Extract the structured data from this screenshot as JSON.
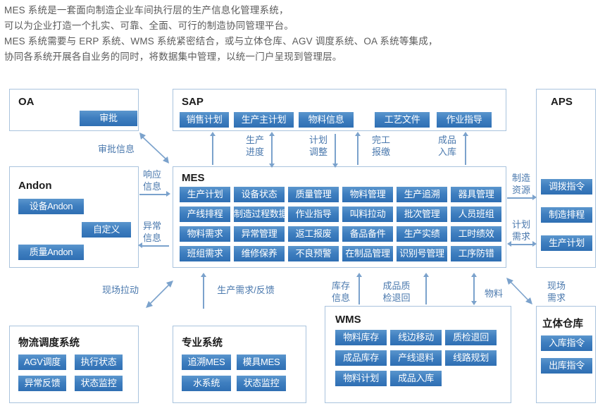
{
  "intro": {
    "lines": [
      "MES 系统是一套面向制造企业车间执行层的生产信息化管理系统，",
      "可以为企业打造一个扎实、可靠、全面、可行的制造协同管理平台。",
      "MES 系统需要与 ERP 系统、WMS 系统紧密结合，或与立体仓库、AGV 调度系统、OA 系统等集成，",
      "协同各系统开展各自业务的同时，将数据集中管理，以统一门户呈现到管理层。"
    ]
  },
  "colors": {
    "tag_blue": "#3f7fc0",
    "box_border": "#a9c3dd",
    "arrow_blue": "#7ba2cc",
    "label_blue": "#4a78ad",
    "intro_text": "#5b5b5b"
  },
  "boxes": {
    "oa": {
      "title": "OA",
      "tags": [
        "审批"
      ]
    },
    "sap": {
      "title": "SAP",
      "tags": [
        "销售计划",
        "生产主计划",
        "物料信息",
        "工艺文件",
        "作业指导"
      ]
    },
    "aps": {
      "title": "APS",
      "tags": [
        "调拨指令",
        "制造排程",
        "生产计划"
      ]
    },
    "andon": {
      "title": "Andon",
      "tags": [
        "设备Andon",
        "自定义",
        "质量Andon"
      ]
    },
    "mes": {
      "title": "MES",
      "rows": [
        [
          "生产计划",
          "设备状态",
          "质量管理",
          "物料管理",
          "生产追溯",
          "器具管理"
        ],
        [
          "产线排程",
          "制造过程数据",
          "作业指导",
          "叫料拉动",
          "批次管理",
          "人员班组"
        ],
        [
          "物料需求",
          "异常管理",
          "返工报废",
          "备品备件",
          "生产实绩",
          "工时绩效"
        ],
        [
          "班组需求",
          "维修保养",
          "不良预警",
          "在制品管理",
          "识别号管理",
          "工序防错"
        ]
      ]
    },
    "logistics": {
      "title": "物流调度系统",
      "rows": [
        [
          "AGV调度",
          "执行状态"
        ],
        [
          "异常反馈",
          "状态监控"
        ]
      ]
    },
    "special": {
      "title": "专业系统",
      "rows": [
        [
          "追溯MES",
          "模具MES"
        ],
        [
          "水系统",
          "状态监控"
        ]
      ]
    },
    "wms": {
      "title": "WMS",
      "rows": [
        [
          "物料库存",
          "线边移动",
          "质检退回"
        ],
        [
          "成品库存",
          "产线退料",
          "线路规划"
        ],
        [
          "物料计划",
          "成品入库"
        ]
      ]
    },
    "warehouse": {
      "title": "立体仓库",
      "tags": [
        "入库指令",
        "出库指令"
      ]
    }
  },
  "flow_labels": {
    "approval_info": "审批信息",
    "response_info": [
      "响应",
      "信息"
    ],
    "exception_info": [
      "异常",
      "信息"
    ],
    "prod_progress": [
      "生产",
      "进度"
    ],
    "plan_adjust": [
      "计划",
      "调整"
    ],
    "completion_report": [
      "完工",
      "报缴"
    ],
    "finished_in": [
      "成品",
      "入库"
    ],
    "mfg_resource": [
      "制造",
      "资源"
    ],
    "plan_demand": [
      "计划",
      "需求"
    ],
    "site_pull": "现场拉动",
    "prod_demand_fb": "生产需求/反馈",
    "stock_info": [
      "库存",
      "信息"
    ],
    "fg_qc_return": [
      "成品质",
      "检退回"
    ],
    "material": "物料",
    "site_demand": [
      "现场",
      "需求"
    ]
  }
}
